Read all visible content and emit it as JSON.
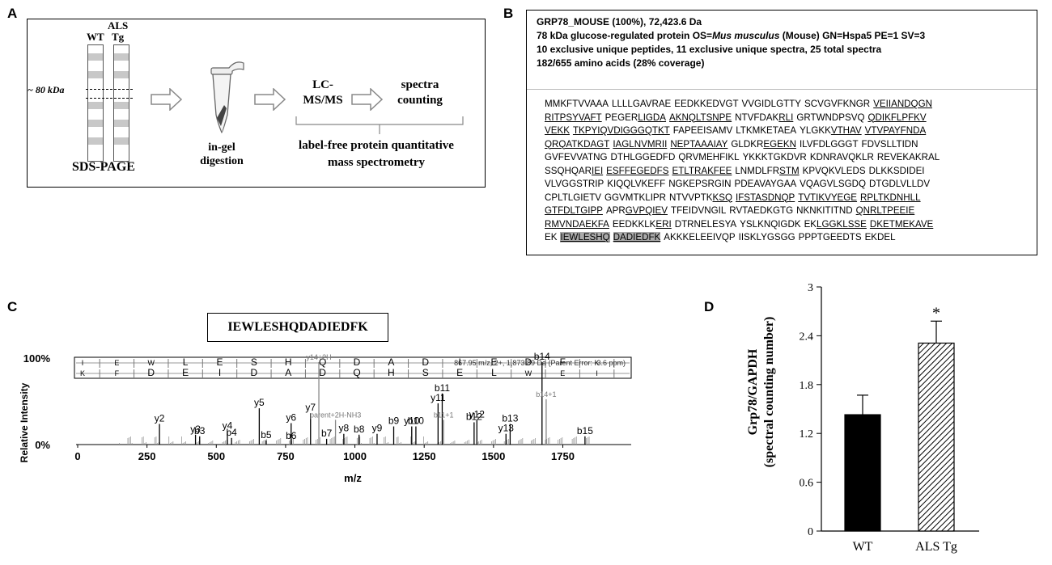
{
  "panels": {
    "a_letter": "A",
    "b_letter": "B",
    "c_letter": "C",
    "d_letter": "D"
  },
  "panelA": {
    "lane_wt": "WT",
    "lane_als": "ALS",
    "lane_als2": "Tg",
    "kda_label": "~ 80 kDa",
    "sds_page": "SDS-PAGE",
    "ingel_1": "in-gel",
    "ingel_2": "digestion",
    "lcms_1": "LC-",
    "lcms_2": "MS/MS",
    "spectra_1": "spectra",
    "spectra_2": "counting",
    "labelfree_1": "label-free protein quantitative",
    "labelfree_2": "mass spectrometry"
  },
  "panelB": {
    "header_line1": "GRP78_MOUSE (100%), 72,423.6 Da",
    "header_line2_a": "78 kDa glucose-regulated protein OS=",
    "header_line2_species": "Mus musculus",
    "header_line2_b": " (Mouse) GN=Hspa5 PE=1 SV=3",
    "header_line3": "10 exclusive unique peptides, 11 exclusive unique spectra, 25 total spectra",
    "header_line4": "182/655 amino acids (28% coverage)",
    "sequence_lines": [
      [
        {
          "t": "MMKFTVVAAA"
        },
        {
          "t": "LLLLGAVRAE"
        },
        {
          "t": "EEDKKEDVGT"
        },
        {
          "t": "VVGIDLGTTY"
        },
        {
          "t": "SCVGVFKNGR"
        },
        {
          "t": "VEIIANDQGN",
          "u": true
        }
      ],
      [
        {
          "t": "RITPSYVAFT",
          "u": true
        },
        {
          "t": "PEGERLIGDA",
          "u": true,
          "split": 5
        },
        {
          "t": "AKNQLTSNPE",
          "u": true
        },
        {
          "t": "NTVFDAKRLI",
          "u": true,
          "split": 7
        },
        {
          "t": "GRTWNDPSVQ"
        },
        {
          "t": "QDIKFLPFKV",
          "u": true
        }
      ],
      [
        {
          "t": "VEKK",
          "u": true
        },
        {
          "t": "TKPYIQVDIGGGQTKT",
          "u": true
        },
        {
          "t": "FAPEEISAMV"
        },
        {
          "t": "LTKMKETAEA"
        },
        {
          "t": "YLGKKVTHAV",
          "u": true,
          "split": 5
        },
        {
          "t": "VTVPAYFNDA",
          "u": true
        }
      ],
      [
        {
          "t": "QRQATKDAGT",
          "u": true
        },
        {
          "t": "IAGLNVMRII",
          "u": true
        },
        {
          "t": "NEPTAAAIAY",
          "u": true
        },
        {
          "t": "GLDKREGEKN",
          "u": true,
          "split": 5
        },
        {
          "t": "ILVFDLGGGT"
        },
        {
          "t": "FDVSLLTIDN"
        }
      ],
      [
        {
          "t": "GVFEVVATNG"
        },
        {
          "t": "DTHLGGEDFD"
        },
        {
          "t": "QRVMEHFIKL"
        },
        {
          "t": "YKKKTGKDVR"
        },
        {
          "t": "KDNRAVQKLR"
        },
        {
          "t": "REVEKAKRAL"
        }
      ],
      [
        {
          "t": "SSQHQARIEI",
          "u": true,
          "split": 7
        },
        {
          "t": "ESFFEGEDFS",
          "u": true
        },
        {
          "t": "ETLTRAKFEE",
          "u": true
        },
        {
          "t": "LNMDLFRSTM",
          "u": true,
          "split": 7
        },
        {
          "t": "KPVQKVLEDS"
        },
        {
          "t": "DLKKSDIDEI"
        }
      ],
      [
        {
          "t": "VLVGGSTRIP"
        },
        {
          "t": "KIQQLVKEFF"
        },
        {
          "t": "NGKEPSRGIN"
        },
        {
          "t": "PDEAVAYGAA"
        },
        {
          "t": "VQAGVLSGDQ"
        },
        {
          "t": "DTGDLVLLDV"
        }
      ],
      [
        {
          "t": "CPLTLGIETV"
        },
        {
          "t": "GGVMTKLIPR"
        },
        {
          "t": "NTVVPTKKSQ",
          "u": true,
          "split": 7
        },
        {
          "t": "IFSTASDNQP",
          "u": true
        },
        {
          "t": "TVTIKVYEGE",
          "u": true
        },
        {
          "t": "RPLTKDNHLL",
          "u": true
        }
      ],
      [
        {
          "t": "GTFDLTGIPP",
          "u": true
        },
        {
          "t": "APRGVPQIEV",
          "u": true,
          "split": 3
        },
        {
          "t": "TFEIDVNGIL"
        },
        {
          "t": "RVTAEDKGTG"
        },
        {
          "t": "NKNKITITND"
        },
        {
          "t": "QNRLTPEEIE",
          "u": true
        }
      ],
      [
        {
          "t": "RMVNDAEKFA",
          "u": true
        },
        {
          "t": "EEDKKLKERI",
          "u": true,
          "split": 7
        },
        {
          "t": "DTRNELESYA"
        },
        {
          "t": "YSLKNQIGDK"
        },
        {
          "t": "EKLGGKLSSE",
          "u": true,
          "split": 2
        },
        {
          "t": "DKETMEKAVE",
          "u": true
        }
      ],
      [
        {
          "t": "EK"
        },
        {
          "t": "IEWLESHQ",
          "u": true,
          "hl": true
        },
        {
          "t": "DADIEDFK",
          "u": true,
          "hl": true
        },
        {
          "t": "AKKKELEEIVQP"
        },
        {
          "t": "IISKLYGSGG"
        },
        {
          "t": "PPPTGEEDTS"
        },
        {
          "t": "EKDEL"
        }
      ]
    ]
  },
  "panelC": {
    "peptide": "IEWLESHQDADIEDFK",
    "ylabel": "Relative Intensity",
    "xlabel": "m/z",
    "y_top": "100%",
    "y_bottom": "0%",
    "x_ticks": [
      "0",
      "250",
      "500",
      "750",
      "1000",
      "1250",
      "1500",
      "1750"
    ],
    "parent_info": "867.95 m/z, 2+, 1,873.89 Da (Parent Error: -3.6 ppm)",
    "b_ladder": [
      "I",
      "E",
      "W",
      "L",
      "E",
      "S",
      "H",
      "Q",
      "D",
      "A",
      "D",
      "I",
      "E",
      "D",
      "F",
      "K"
    ],
    "y_ladder": [
      "K",
      "F",
      "D",
      "E",
      "I",
      "D",
      "A",
      "D",
      "Q",
      "H",
      "S",
      "E",
      "L",
      "W",
      "E",
      "I"
    ]
  },
  "chart_data": [
    {
      "type": "bar",
      "title": "",
      "xlabel": "m/z",
      "ylabel": "Relative Intensity",
      "xlim": [
        0,
        1950
      ],
      "ylim": [
        0,
        100
      ],
      "peaks": [
        {
          "x": 295,
          "y": 25,
          "label": "y2"
        },
        {
          "x": 425,
          "y": 12,
          "label": "y3"
        },
        {
          "x": 440,
          "y": 10,
          "label": "b3"
        },
        {
          "x": 540,
          "y": 16,
          "label": "y4"
        },
        {
          "x": 555,
          "y": 8,
          "label": "b4"
        },
        {
          "x": 655,
          "y": 44,
          "label": "y5"
        },
        {
          "x": 680,
          "y": 5,
          "label": "b5"
        },
        {
          "x": 770,
          "y": 26,
          "label": "y6"
        },
        {
          "x": 770,
          "y": 4,
          "label": "b6"
        },
        {
          "x": 840,
          "y": 38,
          "label": "y7"
        },
        {
          "x": 870,
          "y": 100,
          "label": "y14+2H"
        },
        {
          "x": 898,
          "y": 7,
          "label": "b7"
        },
        {
          "x": 930,
          "y": 30,
          "label": "parent+2H-NH3"
        },
        {
          "x": 960,
          "y": 13,
          "label": "y8"
        },
        {
          "x": 1015,
          "y": 12,
          "label": "b8"
        },
        {
          "x": 1080,
          "y": 13,
          "label": "y9"
        },
        {
          "x": 1140,
          "y": 22,
          "label": "b9"
        },
        {
          "x": 1205,
          "y": 22,
          "label": "y10"
        },
        {
          "x": 1220,
          "y": 22,
          "label": "b10"
        },
        {
          "x": 1300,
          "y": 50,
          "label": "y11"
        },
        {
          "x": 1315,
          "y": 62,
          "label": "b11"
        },
        {
          "x": 1320,
          "y": 30,
          "label": "b11+1"
        },
        {
          "x": 1430,
          "y": 27,
          "label": "b12"
        },
        {
          "x": 1440,
          "y": 30,
          "label": "y12"
        },
        {
          "x": 1545,
          "y": 13,
          "label": "y13"
        },
        {
          "x": 1560,
          "y": 25,
          "label": "b13"
        },
        {
          "x": 1675,
          "y": 100,
          "label": "b14"
        },
        {
          "x": 1690,
          "y": 55,
          "label": "b14+1"
        },
        {
          "x": 1830,
          "y": 10,
          "label": "b15"
        }
      ]
    },
    {
      "type": "bar",
      "title": "",
      "xlabel": "",
      "ylabel": "Grp78/GAPDH (spectral counting number)",
      "ylabel_line1": "Grp78/GAPDH",
      "ylabel_line2": "(spectral counting number)",
      "categories": [
        "WT",
        "ALS Tg"
      ],
      "values": [
        1.43,
        2.31
      ],
      "errors": [
        0.24,
        0.27
      ],
      "ylim": [
        0,
        3
      ],
      "yticks": [
        "0",
        "0.6",
        "1.2",
        "1.8",
        "2.4",
        "3"
      ],
      "significance": [
        "",
        "*"
      ],
      "fills": [
        "solid",
        "hatched"
      ],
      "colors": [
        "#000000",
        "#000000"
      ]
    }
  ]
}
